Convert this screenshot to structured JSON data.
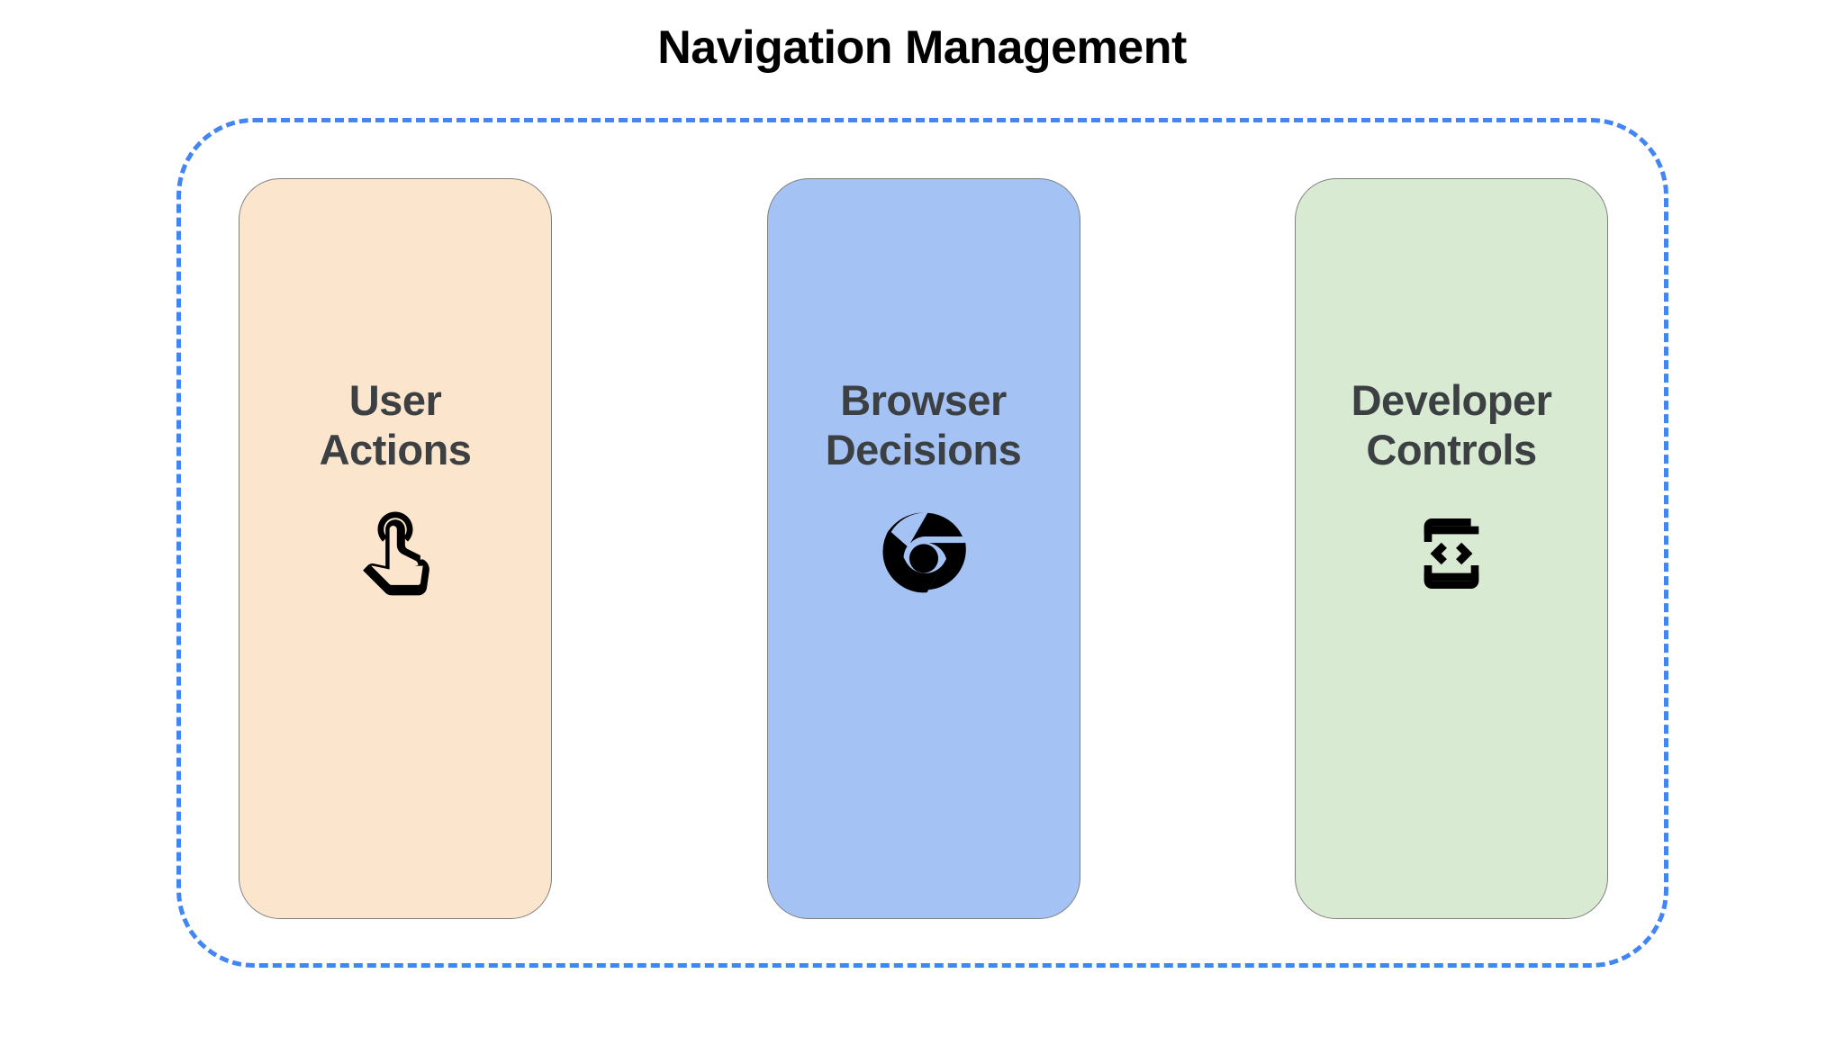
{
  "page": {
    "title": "Navigation Management",
    "background_color": "#ffffff",
    "title_color": "#000000"
  },
  "container": {
    "border_style": "dashed",
    "border_color": "#4285f4",
    "name": "navigation-management-group"
  },
  "cards": [
    {
      "label": "User\nActions",
      "label_line1": "User",
      "label_line2": "Actions",
      "fill_color": "#fce5cd",
      "stroke_color": "#7f7f7f",
      "text_color": "#3c4043",
      "icon": "touch-app-icon",
      "icon_color": "#000000"
    },
    {
      "label": "Browser\nDecisions",
      "label_line1": "Browser",
      "label_line2": "Decisions",
      "fill_color": "#a4c2f4",
      "stroke_color": "#7f7f7f",
      "text_color": "#3c4043",
      "icon": "chrome-browser-icon",
      "icon_color": "#000000"
    },
    {
      "label": "Developer\nControls",
      "label_line1": "Developer",
      "label_line2": "Controls",
      "fill_color": "#d9ead3",
      "stroke_color": "#7f7f7f",
      "text_color": "#3c4043",
      "icon": "developer-mode-icon",
      "icon_color": "#000000"
    }
  ]
}
